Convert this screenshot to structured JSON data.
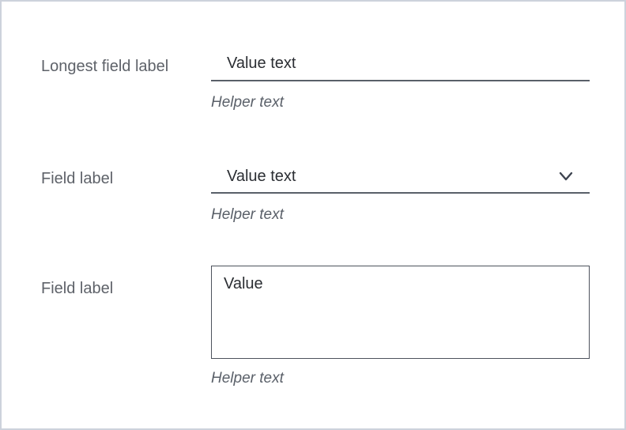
{
  "fields": [
    {
      "type": "text",
      "label": "Longest field label",
      "value": "Value text",
      "helper": "Helper text"
    },
    {
      "type": "select",
      "label": "Field label",
      "value": "Value text",
      "helper": "Helper text"
    },
    {
      "type": "textarea",
      "label": "Field label",
      "value": "Value",
      "helper": "Helper text"
    }
  ],
  "icons": {
    "select_dropdown": "chevron-down-icon"
  },
  "colors": {
    "background": "#ffffff",
    "page_border": "#cdd2dc",
    "label": "#5e6269",
    "value_text": "#2b2e33",
    "input_underline": "#596069",
    "helper_text": "#5a6069",
    "chevron": "#3e4450",
    "textarea_border": "#4d525c"
  }
}
